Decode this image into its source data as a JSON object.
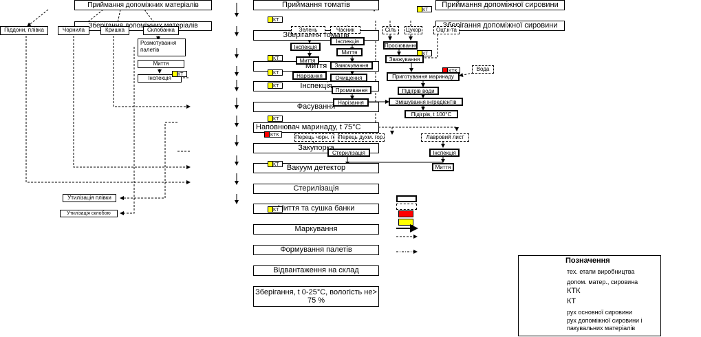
{
  "top_left_title": "Приймання допоміжних матеріалів",
  "storage_aux_materials": "Зберігання допоміжних матеріалів",
  "aux_materials": [
    "Піддони, плівка",
    "Чорнила",
    "Кришка",
    "Склобанка"
  ],
  "jar_steps": [
    "Розмотування палетів",
    "Миття",
    "Інспекція"
  ],
  "disposal": [
    "Утилізація плівки",
    "Утилізація склобою"
  ],
  "main_flow": [
    "Приймання томатів",
    "Зберігання томатів",
    "Миття",
    "Інспекція",
    "Фасування",
    "Наповнювач маринаду, t 75°С",
    "Закупорка",
    "Вакуум детектор",
    "Стерилізація",
    "Миття та сушка банки",
    "Маркування",
    "Формування палетів",
    "Відвантаження на склад",
    "Зберігання, t 0-25°С, вологість не> 75 %"
  ],
  "aux_raw_reception": "Приймання допоміжної сировини",
  "aux_raw_storage": "Зберігання допоміжної сировини",
  "greens_col": [
    "Зелень",
    "Інспекція",
    "Миття",
    "Нарізання"
  ],
  "garlic_col": [
    "Часник",
    "Інспекція",
    "Миття",
    "Замочування",
    "Очищення",
    "Промивання",
    "Нарізання"
  ],
  "salt_sugar": [
    "Сіль",
    "Цукор",
    "Оцт.к-та",
    "Просіювання",
    "Зважування"
  ],
  "water": "Вода",
  "marinade_steps": [
    "Приготування маринаду",
    "Підігрів води",
    "Змішування інгредієнтів",
    "Підігрів, t 100°С"
  ],
  "spices": [
    "Перець чорн. гор.",
    "Перець духм. гор.",
    "Лавровий лист",
    "Стерилізація",
    "Інспекція",
    "Миття"
  ],
  "kt_label": "КТ",
  "ktk_label": "КТК",
  "legend": {
    "title": "Позначення",
    "items": [
      "тех. етапи виробництва",
      "допом. матер., сировина",
      "КТК",
      "КТ",
      "рух основної сировини",
      "рух допоміжної сировини і пакувальних матеріалів"
    ]
  },
  "colors": {
    "kt": "#ffff00",
    "ktk": "#ff0000"
  }
}
